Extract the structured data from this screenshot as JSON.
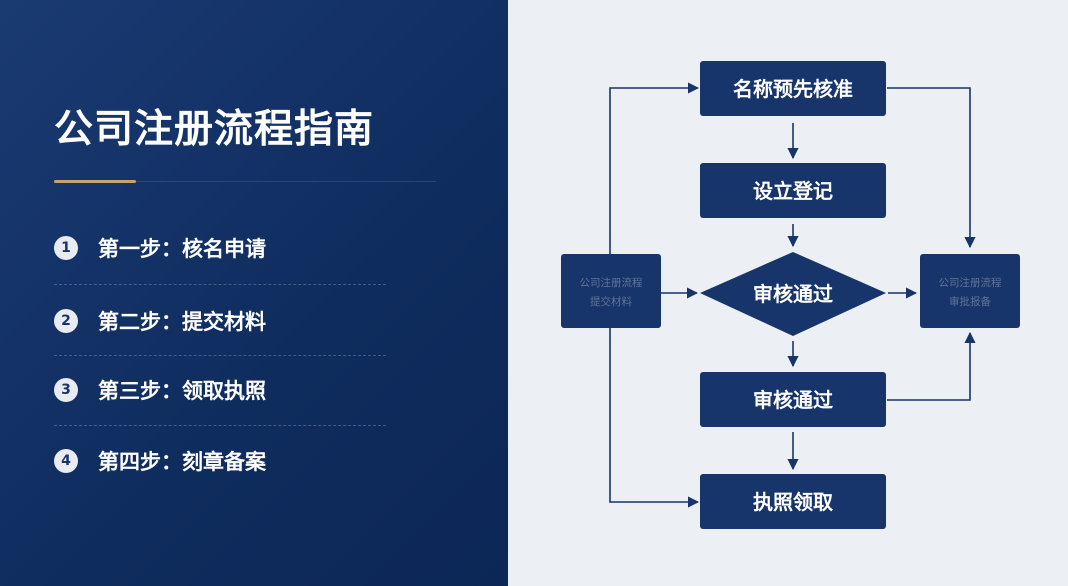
{
  "title": "公司注册流程指南",
  "steps": [
    {
      "num": "1",
      "label": "第一步：核名申请"
    },
    {
      "num": "2",
      "label": "第二步：提交材料"
    },
    {
      "num": "3",
      "label": "第三步：领取执照"
    },
    {
      "num": "4",
      "label": "第四步：刻章备案"
    }
  ],
  "flow": {
    "top": "名称预先核准",
    "register": "设立登记",
    "decision": "审核通过",
    "review": "审核通过",
    "license": "执照领取",
    "left_box": [
      "公司注册流程",
      "提交材料"
    ],
    "right_box": [
      "公司注册流程",
      "审批报备"
    ]
  },
  "colors": {
    "navy": "#17346b",
    "panel": "#0f2c5e",
    "accent": "#c9a46a",
    "light": "#eceff3"
  }
}
